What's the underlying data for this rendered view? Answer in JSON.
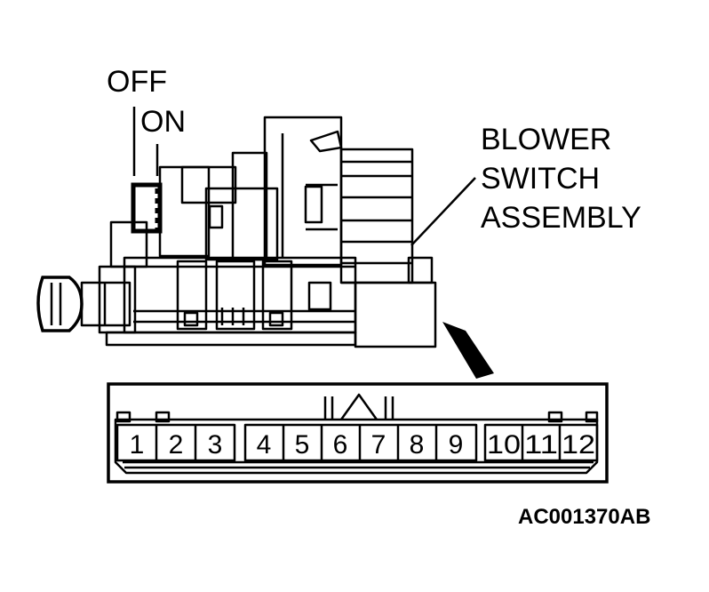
{
  "labels": {
    "off": "OFF",
    "on": "ON",
    "assembly_line1": "BLOWER",
    "assembly_line2": "SWITCH",
    "assembly_line3": "ASSEMBLY",
    "figure_code": "AC001370AB"
  },
  "connector": {
    "pins": [
      "1",
      "2",
      "3",
      "4",
      "5",
      "6",
      "7",
      "8",
      "9",
      "10",
      "11",
      "12"
    ]
  }
}
